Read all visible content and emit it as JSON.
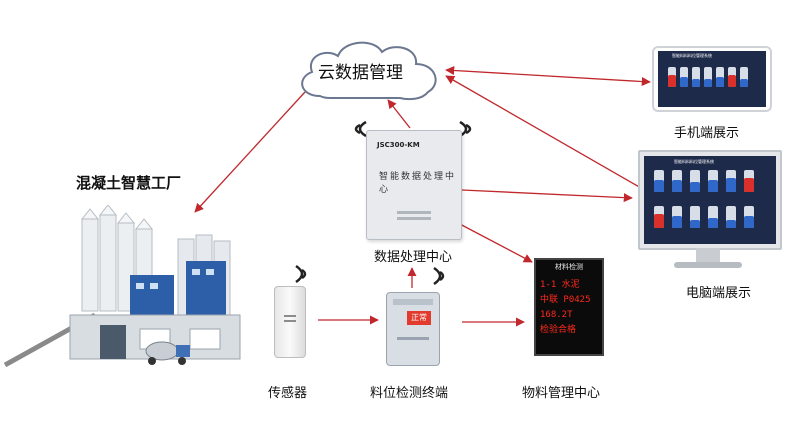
{
  "cloud": {
    "label": "云数据管理"
  },
  "nodes": {
    "factory": "混凝土智慧工厂",
    "processor": "数据处理中心",
    "mobile": "手机端展示",
    "pc": "电脑端展示",
    "sensor": "传感器",
    "terminal": "料位检测终端",
    "material": "物料管理中心"
  },
  "processor_box": {
    "model": "JSC300-KM",
    "title": "智能数据处理中心"
  },
  "terminal_box": {
    "display": "正常"
  },
  "led_panel": {
    "header": "材料检测",
    "lines": [
      "1-1 水泥",
      "中联 P0425",
      "168.2T",
      "检验合格"
    ]
  },
  "screens": {
    "mobile_title": "智能料料料位管理系统",
    "pc_title": "智能料料料位管理系统"
  },
  "colors": {
    "arrow": "#c0282d",
    "led_text": "#ff2a1a",
    "screen_bg": "#1d2a4a",
    "silo_blue": "#2d5fa8"
  }
}
